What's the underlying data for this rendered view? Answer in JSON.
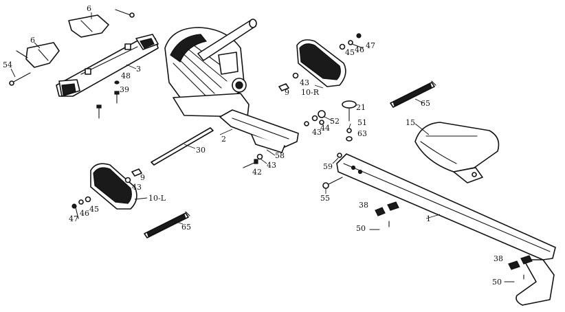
{
  "labels": {
    "l6a": "6",
    "l6b": "6",
    "l54": "54",
    "l3": "3",
    "l48": "48",
    "l39": "39",
    "l2": "2",
    "l30": "30",
    "l58": "58",
    "l43a": "43",
    "l42": "42",
    "l9a": "9",
    "l43b": "43",
    "l10r": "10-R",
    "l45a": "45",
    "l46a": "46",
    "l47a": "47",
    "l52": "52",
    "l44": "44",
    "l43c": "43",
    "l21": "21",
    "l51": "51",
    "l63": "63",
    "l65a": "65",
    "l15": "15",
    "l59": "59",
    "l55": "55",
    "l9b": "9",
    "l43d": "43",
    "l10l": "10-L",
    "l45b": "45",
    "l46b": "46",
    "l47b": "47",
    "l65b": "65",
    "l38a": "38",
    "l50a": "50",
    "l1": "1",
    "l38b": "38",
    "l50b": "50"
  }
}
